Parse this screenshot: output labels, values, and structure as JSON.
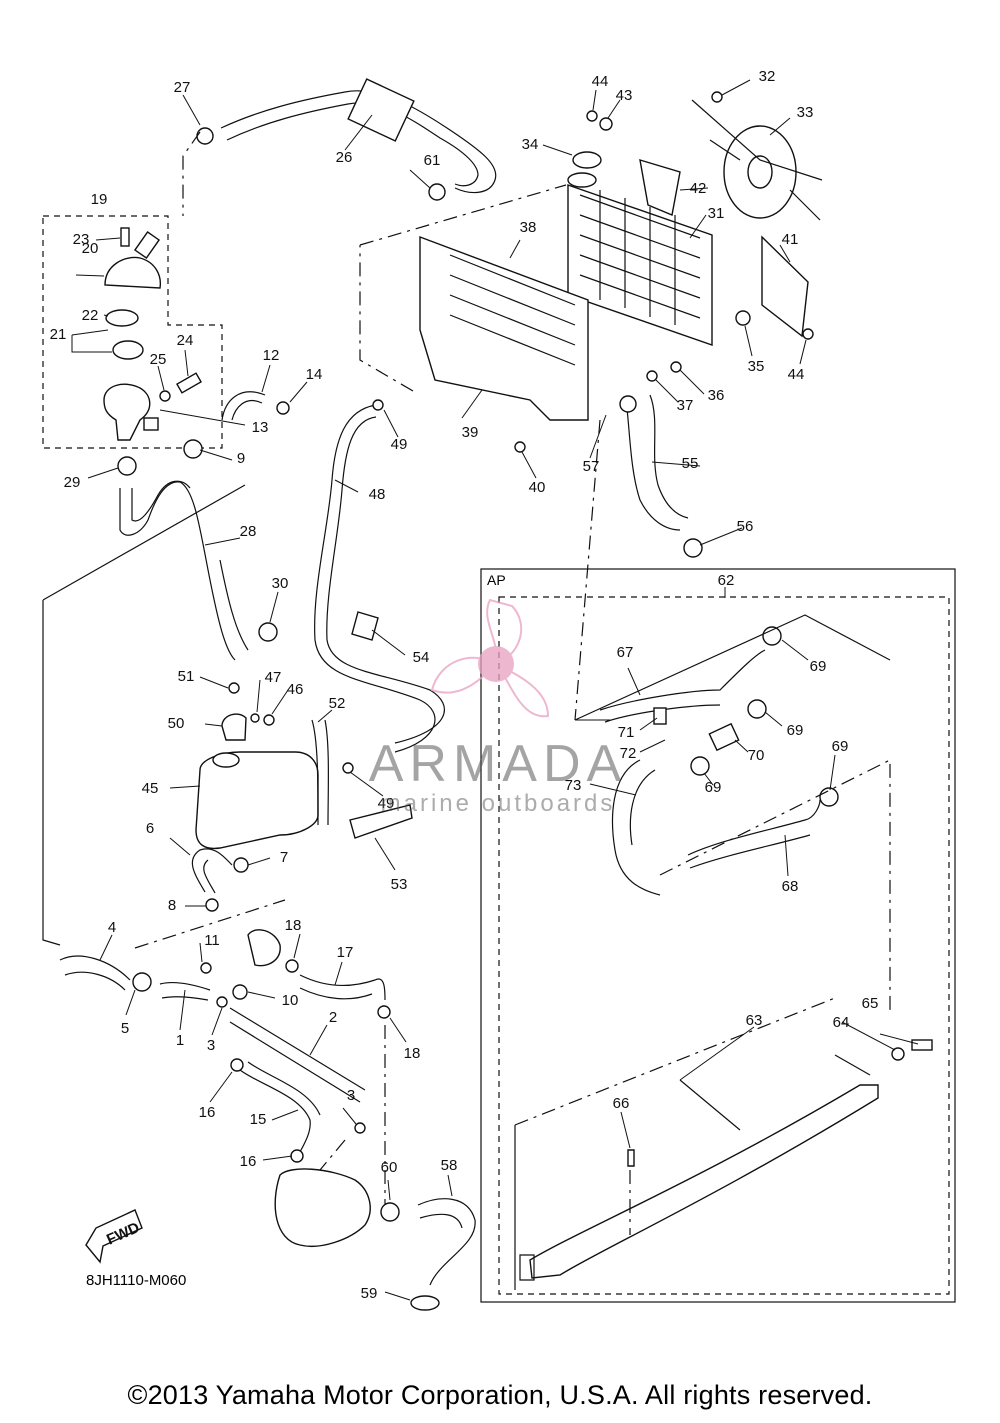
{
  "diagram": {
    "code": "8JH1110-M060",
    "ap_label": "AP",
    "fwd_label": "FWD",
    "copyright": "©2013 Yamaha Motor Corporation, U.S.A. All rights reserved.",
    "watermark": {
      "name": "ARMADA",
      "sub": "marine outboards",
      "accent": "#e8a0c0"
    },
    "callouts": [
      "1",
      "2",
      "3",
      "3",
      "4",
      "5",
      "6",
      "7",
      "8",
      "9",
      "10",
      "11",
      "12",
      "13",
      "14",
      "15",
      "16",
      "16",
      "17",
      "18",
      "18",
      "19",
      "20",
      "21",
      "22",
      "23",
      "24",
      "25",
      "26",
      "27",
      "28",
      "29",
      "30",
      "31",
      "32",
      "33",
      "34",
      "35",
      "36",
      "37",
      "38",
      "39",
      "40",
      "41",
      "42",
      "43",
      "44",
      "44",
      "45",
      "46",
      "47",
      "48",
      "49",
      "49",
      "50",
      "51",
      "52",
      "53",
      "54",
      "55",
      "56",
      "57",
      "58",
      "59",
      "60",
      "61",
      "62",
      "63",
      "64",
      "65",
      "66",
      "67",
      "68",
      "69",
      "69",
      "69",
      "69",
      "70",
      "71",
      "72",
      "73"
    ]
  }
}
